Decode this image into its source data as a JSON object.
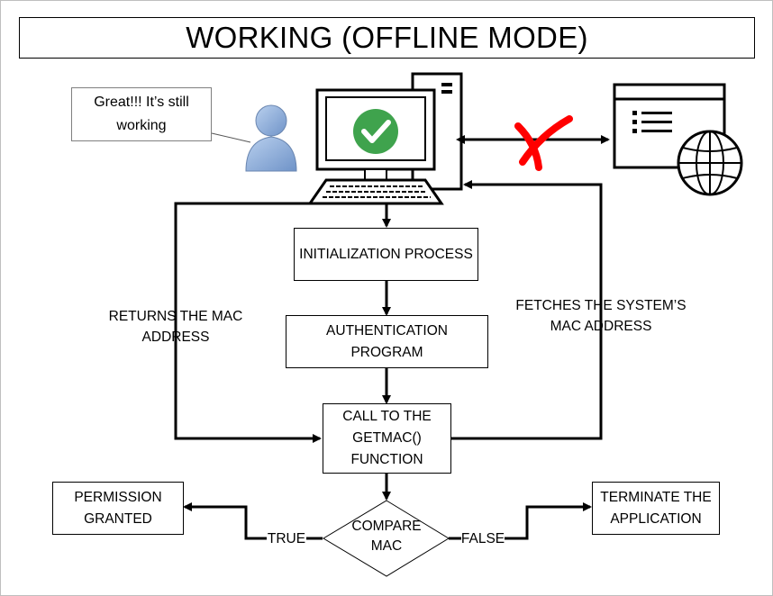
{
  "title": "WORKING (OFFLINE MODE)",
  "speech_bubble": {
    "line1": "Great!!! It’s still",
    "line2": "working"
  },
  "steps": {
    "init": "INITIALIZATION PROCESS",
    "auth_line1": "AUTHENTICATION",
    "auth_line2": "PROGRAM",
    "getmac_line1": "CALL TO THE",
    "getmac_line2": "GETMAC()",
    "getmac_line3": "FUNCTION",
    "compare_line1": "COMPARE",
    "compare_line2": "MAC",
    "granted_line1": "PERMISSION",
    "granted_line2": "GRANTED",
    "terminate_line1": "TERMINATE THE",
    "terminate_line2": "APPLICATION"
  },
  "edge_labels": {
    "returns_line1": "RETURNS THE MAC",
    "returns_line2": "ADDRESS",
    "fetches_line1": "FETCHES THE SYSTEM’S",
    "fetches_line2": "MAC ADDRESS",
    "true_label": "TRUE",
    "false_label": "FALSE"
  },
  "icons": {
    "user": "user-icon",
    "computer": "computer-icon",
    "check": "checkmark-icon",
    "no_connection": "red-x-icon",
    "web_server": "web-globe-icon"
  },
  "colors": {
    "check_green": "#3fa34d",
    "red_x": "#ff0000",
    "user_blue": "#8fb0d9"
  }
}
